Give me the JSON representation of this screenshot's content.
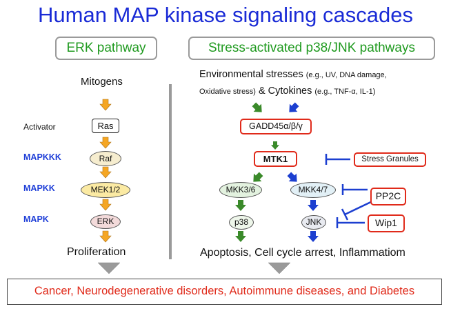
{
  "title": "Human MAP kinase signaling cascades",
  "erk": {
    "header": "ERK pathway",
    "input": "Mitogens",
    "activator_label": "Activator",
    "levels": {
      "mapkkk": "MAPKKK",
      "mapkk": "MAPKK",
      "mapk": "MAPK"
    },
    "nodes": {
      "ras": "Ras",
      "raf": "Raf",
      "mek": "MEK1/2",
      "erk": "ERK"
    },
    "output": "Proliferation"
  },
  "stress": {
    "header": "Stress-activated p38/JNK pathways",
    "input_line1_main": "Environmental stresses",
    "input_line1_note": "(e.g., UV, DNA damage,",
    "input_line2_note1": "Oxidative stress)",
    "input_line2_main": "& Cytokines",
    "input_line2_note2": "(e.g., TNF-α, IL-1)",
    "nodes": {
      "gadd45": "GADD45α/β/γ",
      "mtk1": "MTK1",
      "mkk36": "MKK3/6",
      "mkk47": "MKK4/7",
      "p38": "p38",
      "jnk": "JNK"
    },
    "inhibitors": {
      "stress_granules": "Stress Granules",
      "pp2c": "PP2C",
      "wip1": "Wip1"
    },
    "output": "Apoptosis, Cell cycle arrest, Inflammatiom"
  },
  "diseases": "Cancer, Neurodegenerative disorders, Autoimmune diseases, and Diabetes",
  "colors": {
    "title_blue": "#1a2bd6",
    "green": "#1f9a1f",
    "red": "#e02a1a",
    "orange_arrow": "#f5a623",
    "green_arrow": "#3a8a2a",
    "blue_arrow": "#1c3fd0",
    "raf_fill": "#f6edcf",
    "mek_fill": "#fbeaa3",
    "erk_fill": "#f3dada",
    "mkk36_fill": "#e3f2df",
    "mkk47_fill": "#e2f0f6",
    "p38_fill": "#eef6ea",
    "jnk_fill": "#e8eaf0"
  }
}
